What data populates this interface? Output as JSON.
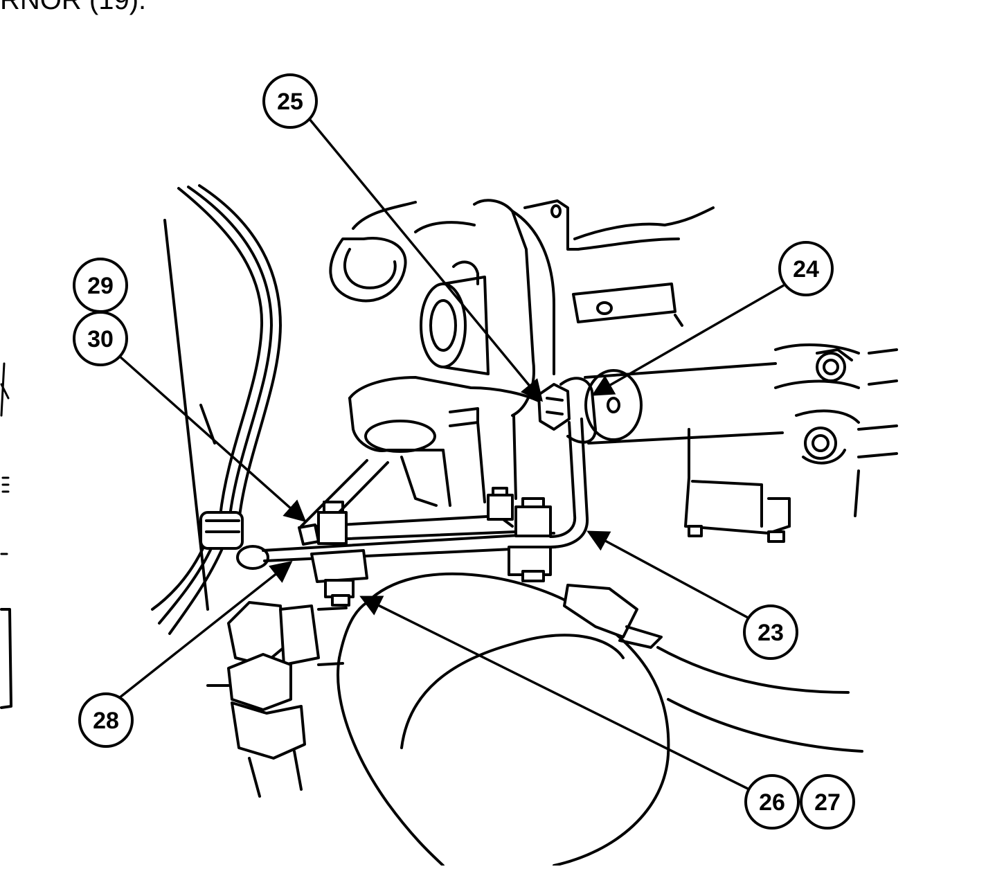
{
  "caption": "RNOR (19).",
  "callouts": [
    {
      "id": "c25",
      "label": "25"
    },
    {
      "id": "c24",
      "label": "24"
    },
    {
      "id": "c29",
      "label": "29"
    },
    {
      "id": "c30",
      "label": "30"
    },
    {
      "id": "c23",
      "label": "23"
    },
    {
      "id": "c28",
      "label": "28"
    },
    {
      "id": "c26",
      "label": "26"
    },
    {
      "id": "c27",
      "label": "27"
    }
  ]
}
